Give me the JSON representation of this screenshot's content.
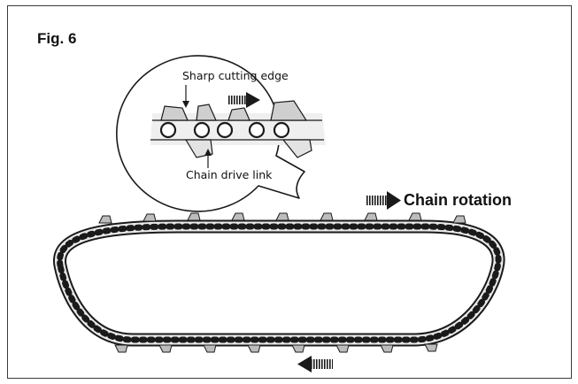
{
  "figure": {
    "title": "Fig. 6"
  },
  "callout": {
    "cutting_edge_label": "Sharp cutting edge",
    "drive_link_label": "Chain drive link"
  },
  "rotation": {
    "label": "Chain rotation"
  },
  "icons": {
    "direction_arrow": "striped-arrow-icon"
  },
  "colors": {
    "line": "#1a1a1a",
    "chain_fill": "#e9e9e9",
    "cutter_fill": "#bdbdbd"
  }
}
